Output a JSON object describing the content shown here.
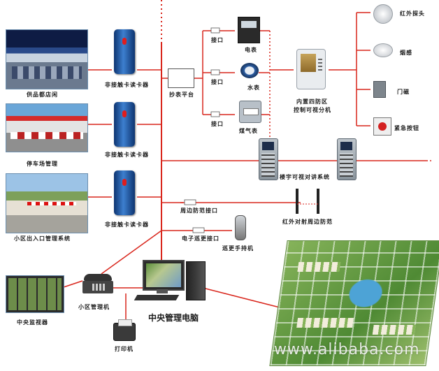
{
  "left_systems": {
    "property_office": "供品都店闲",
    "parking": "停车场管理",
    "entrance": "小区出入口管理系统",
    "central_monitor": "中央监视器"
  },
  "readers": {
    "reader_1": "非接触卡读卡器",
    "reader_2": "非接触卡读卡器",
    "reader_3": "非接触卡读卡器"
  },
  "meter_platform": "抄表平台",
  "interfaces": {
    "iface_1": "接口",
    "iface_2": "接口",
    "iface_3": "接口"
  },
  "meters": {
    "electric": "电表",
    "water": "水表",
    "gas": "煤气表"
  },
  "indoor_unit": [
    "内置四防区",
    "控制可视分机"
  ],
  "sensors": {
    "infrared": "红外探头",
    "smoke": "烟感",
    "door": "门磁",
    "emergency": "紧急按钮"
  },
  "building_intercom": "楼宇可视对讲系统",
  "perimeter_iface": "周边防范接口",
  "infrared_perimeter": "红外对射周边防范",
  "patrol_iface": "电子巡更接口",
  "patrol_handset": "巡更手持机",
  "community_phone": "小区管理机",
  "central_pc": "中央管理电脑",
  "printer": "打印机",
  "watermark": "www.alibaba.com"
}
